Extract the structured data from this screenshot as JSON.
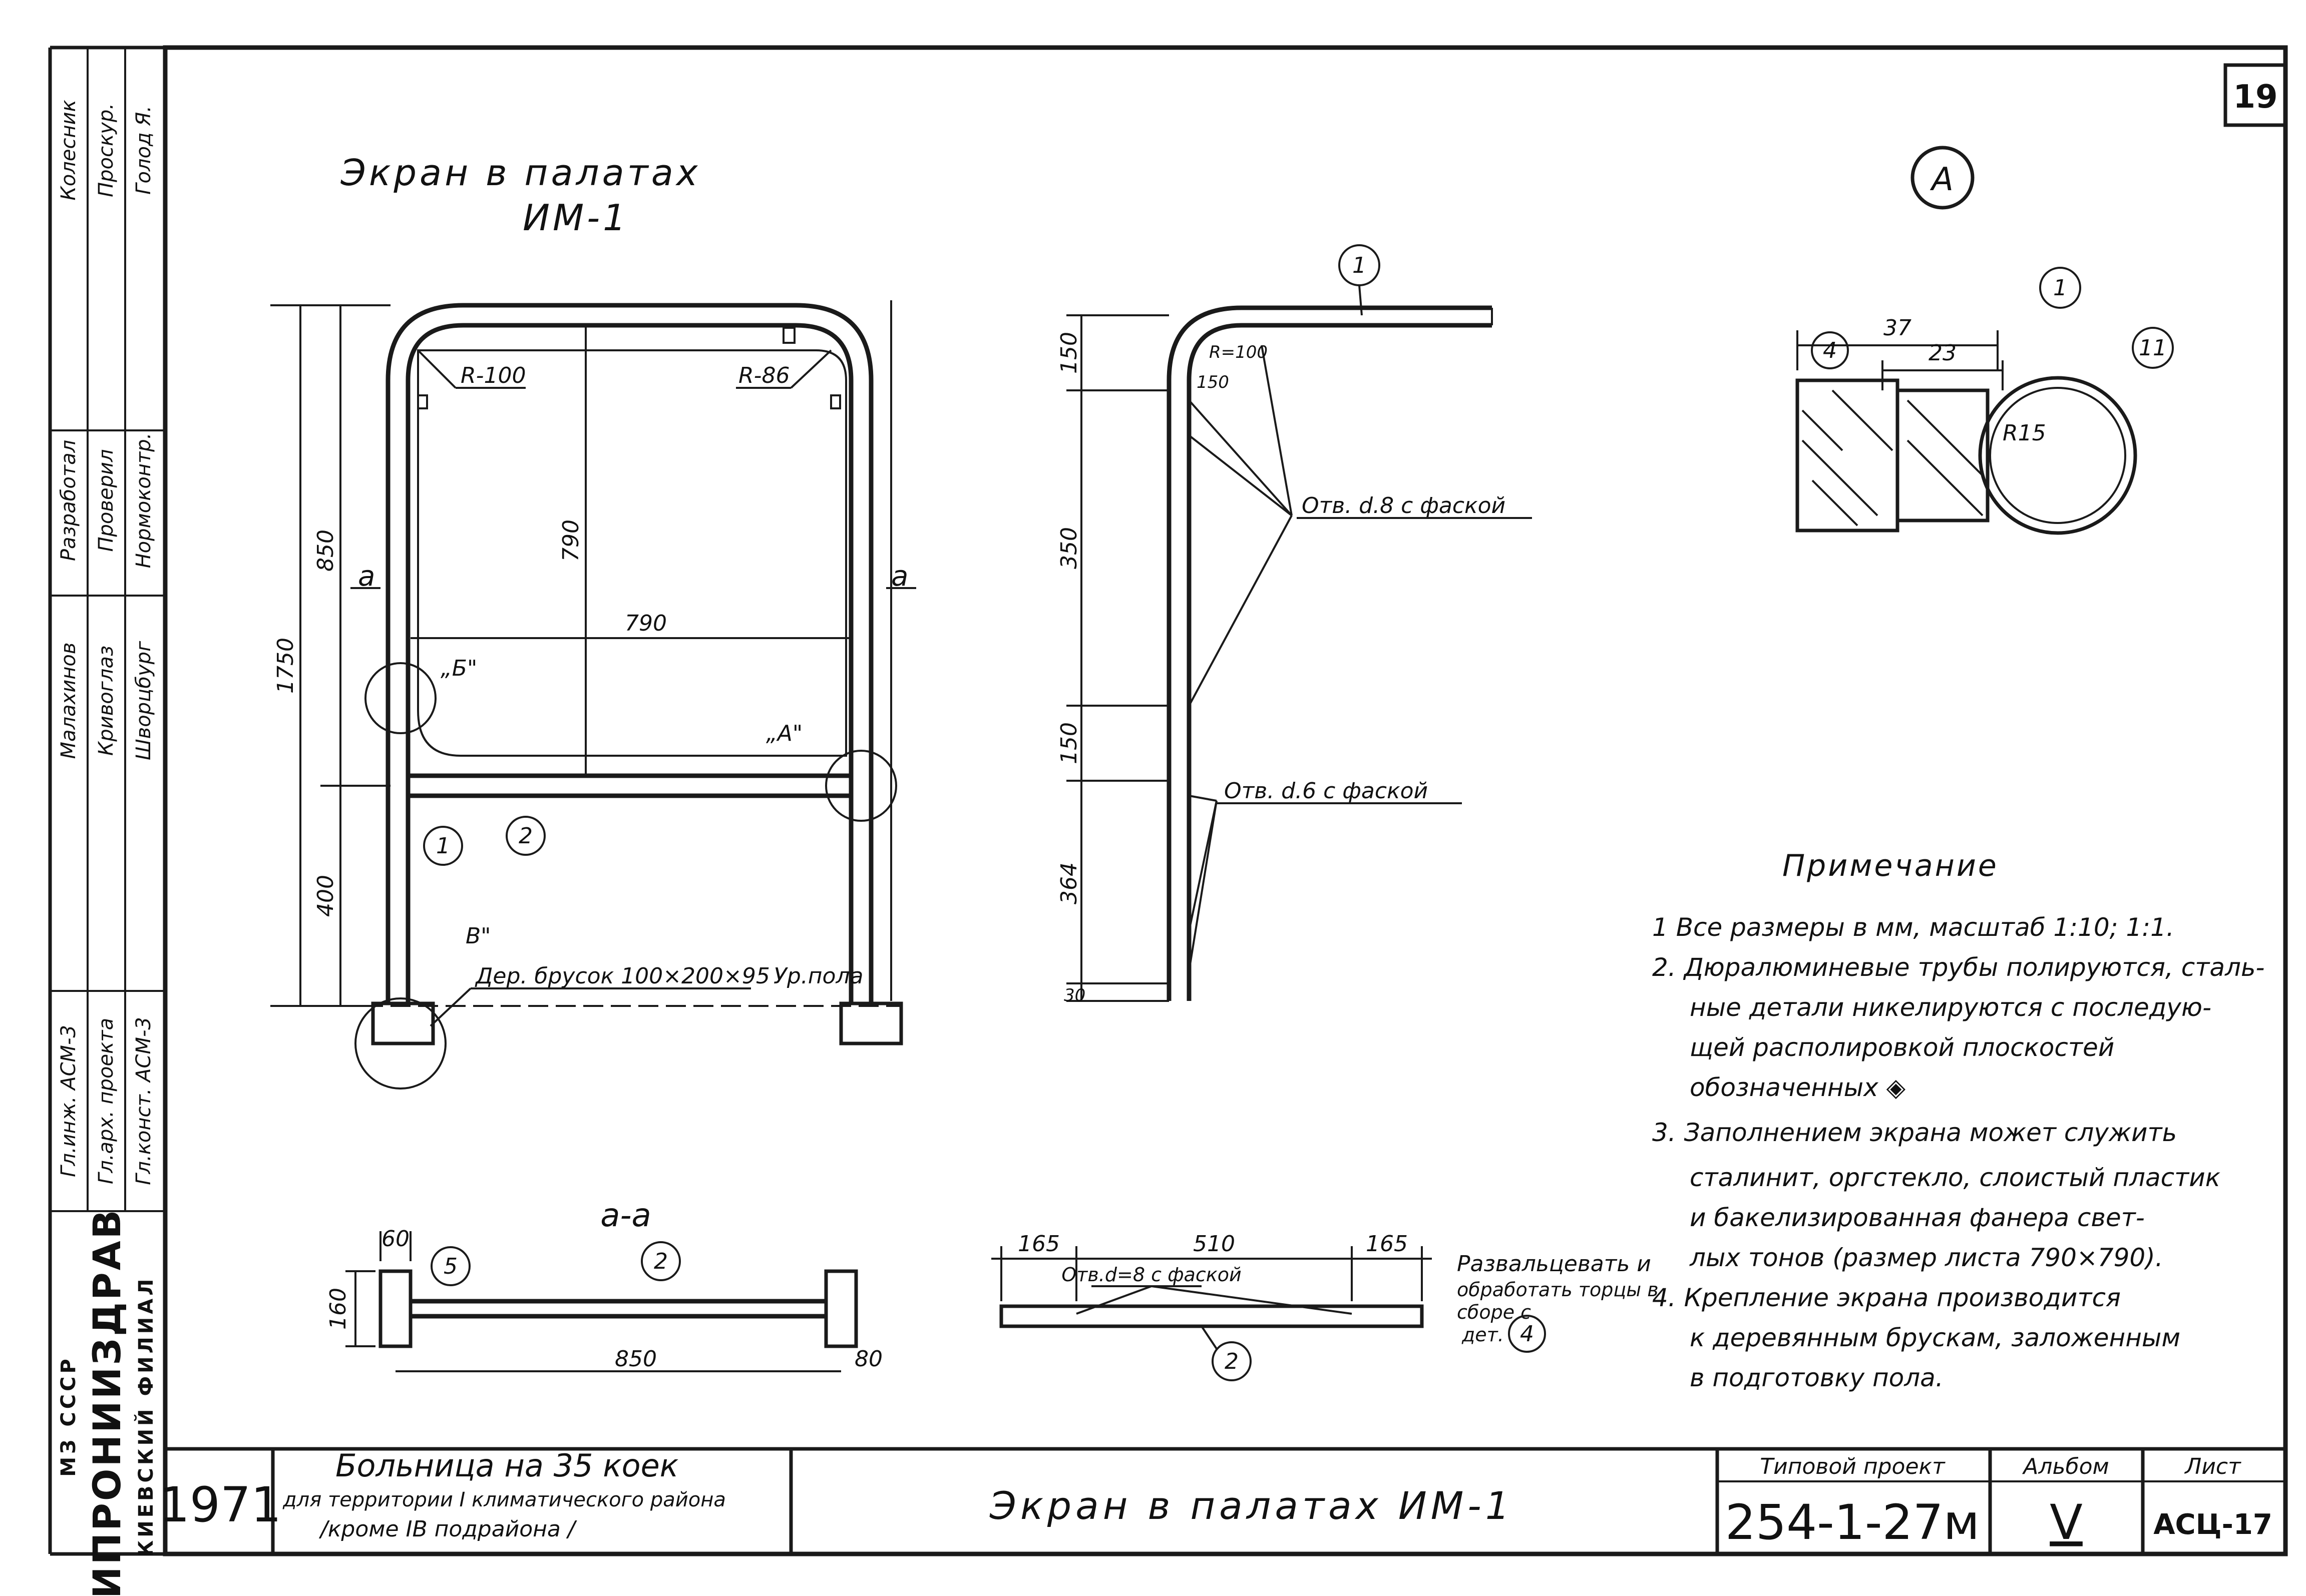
{
  "sheet_number": "19",
  "main_view": {
    "title_line1": "Экран в палатах",
    "title_line2": "ИМ-1",
    "radius_left": "R-100",
    "radius_right": "R-86",
    "dim_total_height": "1750",
    "dim_upper": "850",
    "dim_lower": "400",
    "dim_inner_height": "790",
    "dim_inner_width": "790",
    "section_mark": "а",
    "detail_b": "„Б\"",
    "detail_a": "„А\"",
    "detail_v": "В\"",
    "part1": "1",
    "part2": "2",
    "bar_label": "Дер. брусок 100×200×95",
    "floor_label": "Ур.пола"
  },
  "side_view": {
    "part1": "1",
    "radius": "R=100",
    "dim_150_radius": "150",
    "dim_150_top": "150",
    "dim_350": "350",
    "dim_150_mid": "150",
    "dim_364": "364",
    "dim_30": "30",
    "hole_d8": "Отв. d.8 с фаской",
    "hole_d6": "Отв. d.6 с фаской"
  },
  "detail_A": {
    "label": "А",
    "dim_37": "37",
    "dim_23": "23",
    "radius": "R15",
    "part1": "1",
    "part4": "4",
    "part11": "11"
  },
  "section_aa": {
    "title": "а-а",
    "dim_60": "60",
    "dim_160": "160",
    "dim_850": "850",
    "dim_80": "80",
    "part5": "5",
    "part2": "2"
  },
  "part2_detail": {
    "dim_165_left": "165",
    "dim_510": "510",
    "dim_165_right": "165",
    "hole": "Отв.d=8 с фаской",
    "note_line1": "Развальцевать и",
    "note_line2": "обработать торцы в",
    "note_line3": "сборе с",
    "note_line4": "дет.",
    "part4": "4",
    "part2": "2"
  },
  "notes": {
    "heading": "Примечание",
    "lines": [
      "1  Все размеры в мм, масштаб 1:10; 1:1.",
      "2.  Дюралюминевые трубы полируются, сталь-",
      "ные детали никелируются с последую-",
      "щей располировкой плоскостей",
      "обозначенных ◈",
      "3.  Заполнением экрана может служить",
      "сталинит, оргстекло, слоистый пластик",
      "и бакелизированная фанера свет-",
      "лых тонов (размер листа 790×790).",
      "4. Крепление экрана производится",
      "к деревянным брускам, заложенным",
      "в подготовку   пола."
    ]
  },
  "side_stamp": {
    "org_line1": "ГИПРОНИИЗДРАВ",
    "org_line2": "КИЕВСКИЙ  ФИЛИАЛ",
    "org_line3": "МЗ  СССР",
    "roles": [
      "Гл.инж. АСМ-3",
      "Гл.арх. проекта",
      "Гл.конст. АСМ-3"
    ],
    "names": [
      "Малахинов",
      "Кривоглаз",
      "Шворцбург"
    ],
    "roles2": [
      "Разработал",
      "Проверил",
      "Нормоконтр."
    ],
    "names2": [
      "Колесник",
      "Проскур.",
      "Голод Я."
    ]
  },
  "title_block": {
    "year": "1971",
    "project_line1": "Больница на 35 коек",
    "project_line2": "для территории I климатического района",
    "project_line3": "/кроме IВ подрайона /",
    "drawing_title": "Экран в палатах ИМ-1",
    "typical_project_label": "Типовой проект",
    "typical_project": "254-1-27м",
    "album_label": "Альбом",
    "album": "V",
    "sheet_label": "Лист",
    "sheet": "АСЦ-17"
  }
}
